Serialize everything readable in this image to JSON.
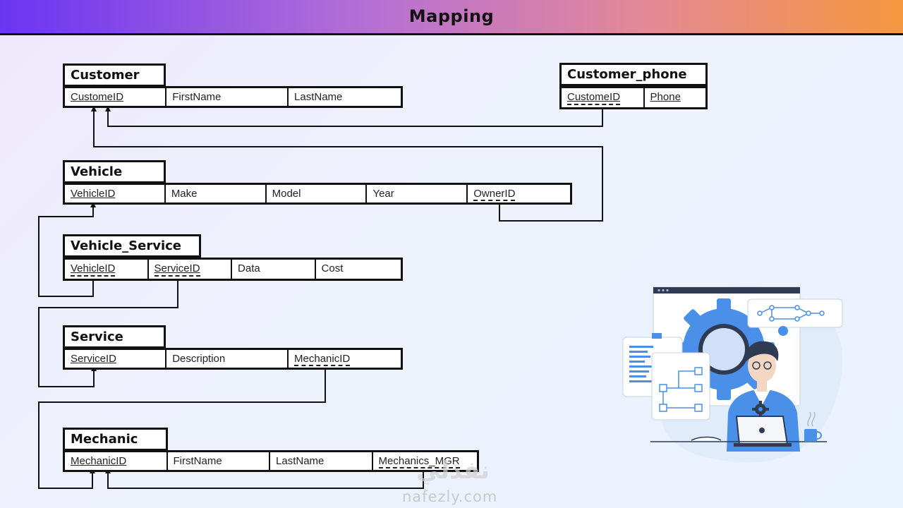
{
  "header": {
    "title": "Mapping"
  },
  "entities": {
    "customer": {
      "name": "Customer",
      "columns": [
        "CustomeID",
        "FirstName",
        "LastName"
      ]
    },
    "customer_phone": {
      "name": "Customer_phone",
      "columns": [
        "CustomeID",
        "Phone"
      ]
    },
    "vehicle": {
      "name": "Vehicle",
      "columns": [
        "VehicleID",
        "Make",
        "Model",
        "Year",
        "OwnerID"
      ]
    },
    "vehicle_service": {
      "name": "Vehicle_Service",
      "columns": [
        "VehicleID",
        "ServiceID",
        "Data",
        "Cost"
      ]
    },
    "service": {
      "name": "Service",
      "columns": [
        "ServiceID",
        "Description",
        "MechanicID"
      ]
    },
    "mechanic": {
      "name": "Mechanic",
      "columns": [
        "MechanicID",
        "FirstName",
        "LastName",
        "Mechanics_MGR"
      ]
    }
  },
  "watermark": {
    "text": "nafezly.com",
    "logo": "نفذلي"
  },
  "colors": {
    "header_start": "#6b35f2",
    "header_end": "#f6983f",
    "illustration_blue": "#4a8fe8"
  }
}
